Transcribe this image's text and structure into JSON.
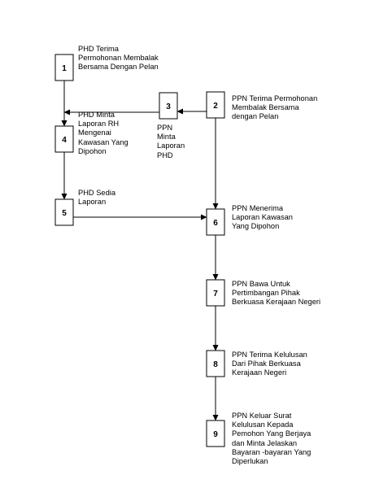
{
  "nodes": [
    {
      "id": "1",
      "num": "1",
      "lines": [
        "PHD Terima",
        "Permohonan Membalak",
        "Bersama Dengan Pelan"
      ]
    },
    {
      "id": "2",
      "num": "2",
      "lines": [
        "PPN Terima Permohonan",
        "Membalak Bersama",
        "dengan Pelan"
      ]
    },
    {
      "id": "3",
      "num": "3",
      "lines": [
        "PPN",
        "Minta",
        "Laporan",
        "PHD"
      ]
    },
    {
      "id": "4",
      "num": "4",
      "lines": [
        "PHD Minta",
        "Laporan RH",
        "Mengenai",
        "Kawasan Yang",
        "Dipohon"
      ]
    },
    {
      "id": "5",
      "num": "5",
      "lines": [
        "PHD Sedia",
        "Laporan"
      ]
    },
    {
      "id": "6",
      "num": "6",
      "lines": [
        "PPN Menerima",
        "Laporan Kawasan",
        "Yang Dipohon"
      ]
    },
    {
      "id": "7",
      "num": "7",
      "lines": [
        "PPN Bawa Untuk",
        "Pertimbangan Pihak",
        "Berkuasa Kerajaan Negeri"
      ]
    },
    {
      "id": "8",
      "num": "8",
      "lines": [
        "PPN Terima Kelulusan",
        "Dari Pihak Berkuasa",
        "Kerajaan Negeri"
      ]
    },
    {
      "id": "9",
      "num": "9",
      "lines": [
        "PPN Keluar Surat",
        "Kelulusan Kepada",
        "Pemohon Yang Berjaya",
        "dan Minta Jelaskan",
        "Bayaran -bayaran Yang",
        "Diperlukan"
      ]
    }
  ],
  "edges": [
    {
      "from": "1",
      "to": "4"
    },
    {
      "from": "2",
      "to": "3"
    },
    {
      "from": "3",
      "to": "4"
    },
    {
      "from": "4",
      "to": "5"
    },
    {
      "from": "5",
      "to": "6"
    },
    {
      "from": "2",
      "to": "6"
    },
    {
      "from": "6",
      "to": "7"
    },
    {
      "from": "7",
      "to": "8"
    },
    {
      "from": "8",
      "to": "9"
    }
  ]
}
